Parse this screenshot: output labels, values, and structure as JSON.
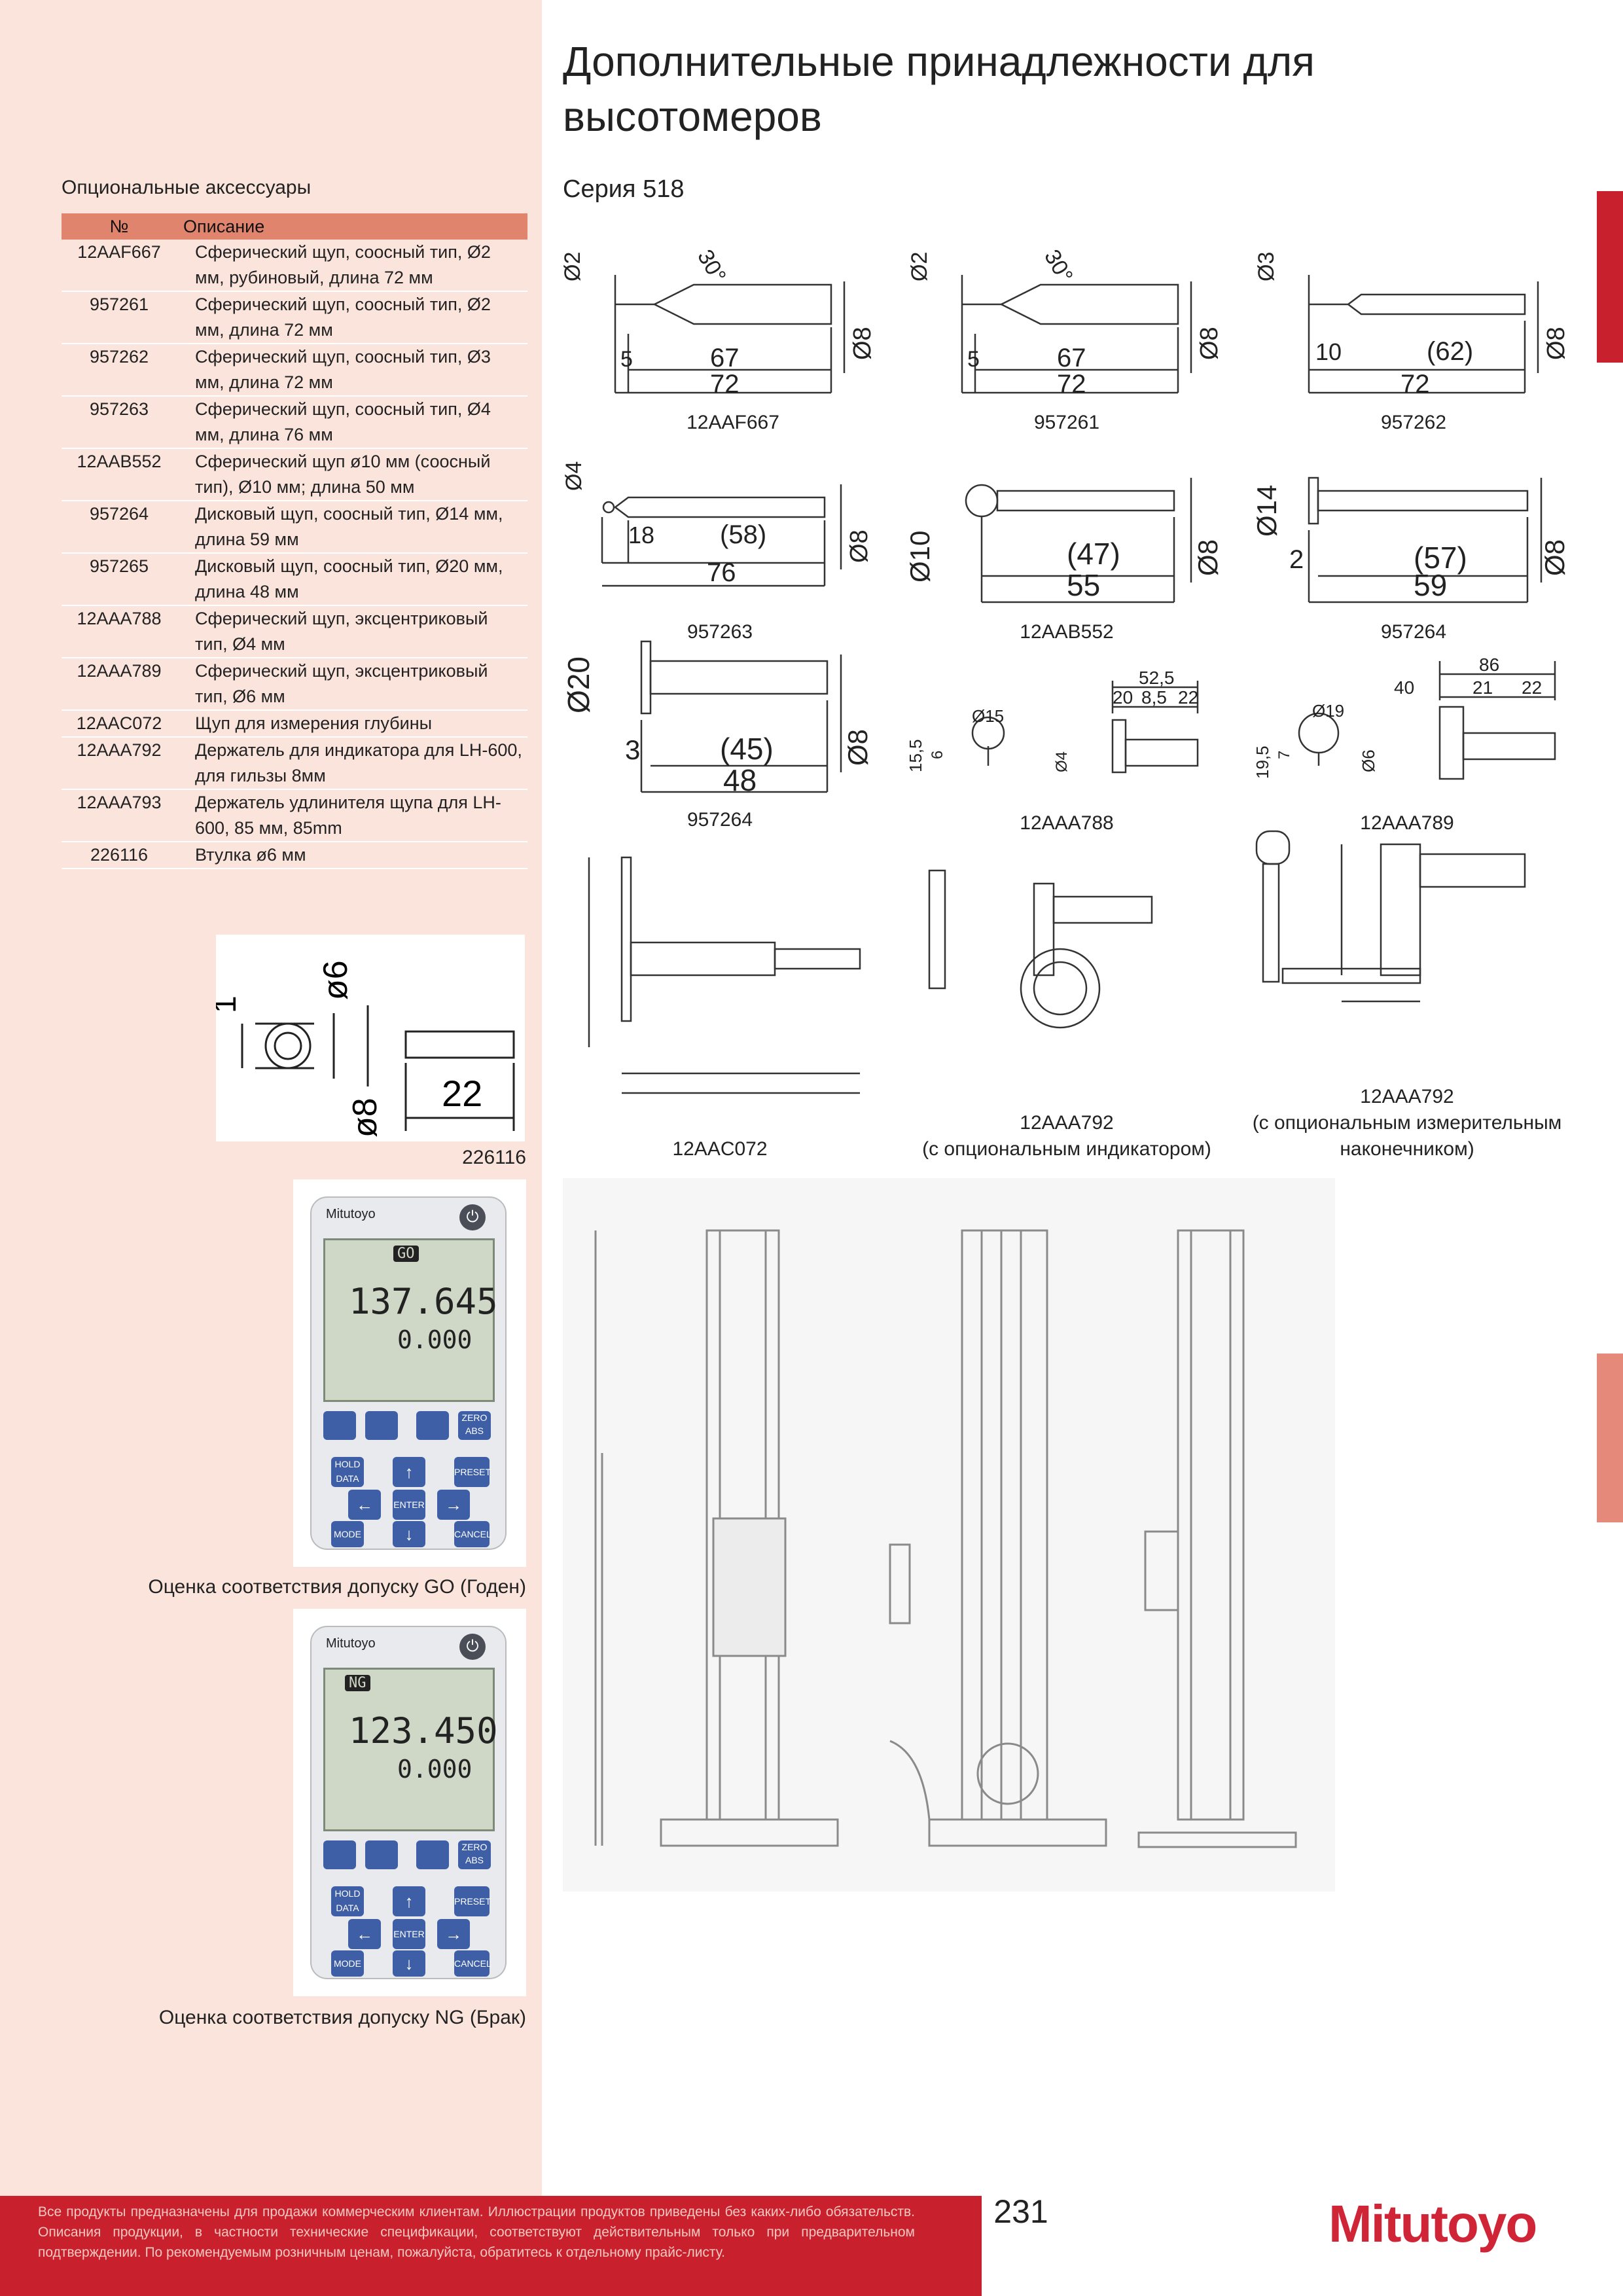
{
  "title": "Дополнительные принадлежности для высотомеров",
  "series": "Серия 518",
  "accessories": {
    "heading": "Опциональные аксессуары",
    "col_no": "№",
    "col_desc": "Описание",
    "rows": [
      {
        "no": "12AAF667",
        "desc": "Сферический щуп, соосный тип, Ø2 мм, рубиновый, длина 72 мм"
      },
      {
        "no": "957261",
        "desc": "Сферический щуп, соосный тип, Ø2 мм, длина 72 мм"
      },
      {
        "no": "957262",
        "desc": "Сферический щуп, соосный тип, Ø3 мм, длина 72 мм"
      },
      {
        "no": "957263",
        "desc": "Сферический щуп, соосный тип, Ø4 мм, длина 76 мм"
      },
      {
        "no": "12AAB552",
        "desc": "Сферический щуп ø10 мм (соосный тип), Ø10 мм; длина 50 мм"
      },
      {
        "no": "957264",
        "desc": "Дисковый щуп, соосный тип, Ø14 мм, длина 59 мм"
      },
      {
        "no": "957265",
        "desc": "Дисковый щуп, соосный тип, Ø20 мм, длина 48 мм"
      },
      {
        "no": "12AAA788",
        "desc": "Сферический щуп, эксцентриковый тип, Ø4 мм"
      },
      {
        "no": "12AAA789",
        "desc": "Сферический щуп, эксцентриковый тип, Ø6 мм"
      },
      {
        "no": "12AAC072",
        "desc": "Щуп для измерения глубины"
      },
      {
        "no": "12AAA792",
        "desc": "Держатель для индикатора для LH-600, для гильзы 8мм"
      },
      {
        "no": "12AAA793",
        "desc": "Держатель удлинителя щупа для LH-600, 85 мм, 85mm"
      },
      {
        "no": "226116",
        "desc": "Втулка ø6 мм"
      }
    ]
  },
  "captions": {
    "sleeve": "226116",
    "go": "Оценка соответствия допуску GO (Годен)",
    "ng": "Оценка соответствия допуску NG (Брак)",
    "p1": "12AAF667",
    "p2": "957261",
    "p3": "957262",
    "p4": "957263",
    "p5": "12AAB552",
    "p6": "957264",
    "p7": "957264",
    "p8": "12AAA788",
    "p9": "12AAA789",
    "p10": "12AAC072",
    "p11": "12AAA792",
    "p11b": "(с опциональным индикатором)",
    "p12": "12AAA792",
    "p12b": "(с опциональным измерительным",
    "p12c": "наконечником)"
  },
  "dims": {
    "p1": {
      "d": "Ø2",
      "a": "30°",
      "s": "5",
      "l": "67",
      "t": "72",
      "r": "Ø8"
    },
    "p2": {
      "d": "Ø2",
      "a": "30°",
      "s": "5",
      "l": "67",
      "t": "72",
      "r": "Ø8"
    },
    "p3": {
      "d": "Ø3",
      "s": "10",
      "l": "(62)",
      "t": "72",
      "r": "Ø8"
    },
    "p4": {
      "d": "Ø4",
      "s": "18",
      "l": "(58)",
      "t": "76",
      "r": "Ø8"
    },
    "p5": {
      "d": "Ø10",
      "l": "(47)",
      "t": "55",
      "r": "Ø8"
    },
    "p6": {
      "d": "Ø14",
      "s": "2",
      "l": "(57)",
      "t": "59",
      "r": "Ø8"
    },
    "p7": {
      "d": "Ø20",
      "s": "3",
      "l": "(45)",
      "t": "48",
      "r": "Ø8"
    },
    "p8": {
      "d": "Ø15",
      "h1": "15,5",
      "h2": "6",
      "d2": "Ø4",
      "w": "52,5",
      "w1": "20",
      "w2": "8,5",
      "w3": "22"
    },
    "p9": {
      "d": "Ø19",
      "h1": "19,5",
      "h2": "7",
      "d2": "Ø6",
      "w": "86",
      "w1": "40",
      "w2": "21",
      "w3": "22"
    },
    "sleeve": {
      "a": "1",
      "b": "ø6",
      "c": "ø8",
      "d": "22"
    }
  },
  "device": {
    "brand": "Mitutoyo",
    "go": {
      "badge": "GO",
      "main": "137.645",
      "sub": "0.000"
    },
    "ng": {
      "badge": "NG",
      "main": "123.450",
      "sub": "0.000"
    },
    "keys": [
      "HOLD DATA",
      "PRESET",
      "ENTER",
      "MODE",
      "CANCEL",
      "ZERO ABS"
    ]
  },
  "footer": {
    "text": "Все продукты предназначены для продажи коммерческим клиентам. Иллюстрации продуктов приведены без каких-либо обязательств. Описания продукции, в частности технические спецификации, соответствуют действительным только при предварительном подтверждении. По рекомендуемым розничным ценам, пожалуйста, обратитесь к отдельному прайс-листу.",
    "page": "231",
    "brand": "Mitutoyo"
  },
  "colors": {
    "accent": "#c9202e",
    "panel": "#fbe4dc",
    "table_header": "#e0846e"
  }
}
